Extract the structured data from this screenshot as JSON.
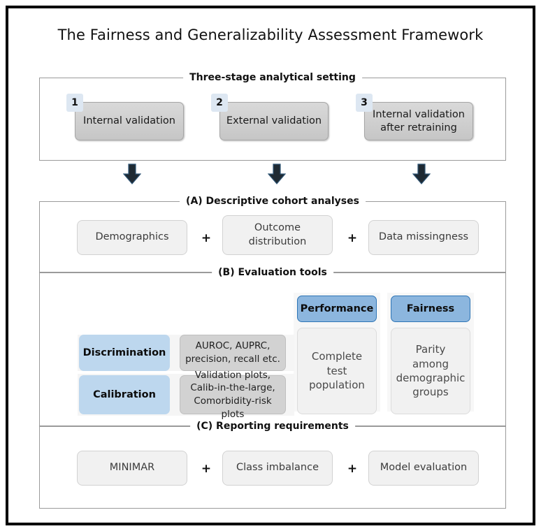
{
  "figure": {
    "title": "The Fairness and Generalizability Assessment Framework"
  },
  "stage_section": {
    "legend": "Three-stage analytical setting",
    "stages": [
      {
        "number": "1",
        "label": "Internal validation"
      },
      {
        "number": "2",
        "label": "External validation"
      },
      {
        "number": "3",
        "label": "Internal validation after retraining"
      }
    ],
    "arrow_icon": "down-arrow-icon"
  },
  "section_a": {
    "legend": "(A) Descriptive cohort analyses",
    "items": [
      {
        "label": "Demographics"
      },
      {
        "label": "Outcome distribution"
      },
      {
        "label": "Data missingness"
      }
    ],
    "separator": "+"
  },
  "section_b": {
    "legend": "(B) Evaluation tools",
    "column_headers": [
      {
        "label": "Performance"
      },
      {
        "label": "Fairness"
      }
    ],
    "metric_rows": [
      {
        "name": "Discrimination",
        "detail": "AUROC, AUPRC, precision, recall etc."
      },
      {
        "name": "Calibration",
        "detail": "Validation plots, Calib-in-the-large, Comorbidity-risk plots"
      }
    ],
    "column_bodies": [
      {
        "label": "Complete test population"
      },
      {
        "label": "Parity among demographic groups"
      }
    ]
  },
  "section_c": {
    "legend": "(C) Reporting requirements",
    "items": [
      {
        "label": "MINIMAR"
      },
      {
        "label": "Class imbalance"
      },
      {
        "label": "Model evaluation"
      }
    ],
    "separator": "+"
  },
  "colors": {
    "frame_border": "#000000",
    "stage_box_fill": "#cccccc",
    "badge_fill": "#dde7f2",
    "accent_blue_strong": "#8cb6de",
    "accent_blue_strong_border": "#2e75b6",
    "accent_blue_soft": "#bdd7ee",
    "grey_detail_fill": "#d2d2d2",
    "light_box_fill": "#f1f1f1",
    "arrow_fill": "#1f2a33",
    "panel_border": "#9a9a9a"
  }
}
